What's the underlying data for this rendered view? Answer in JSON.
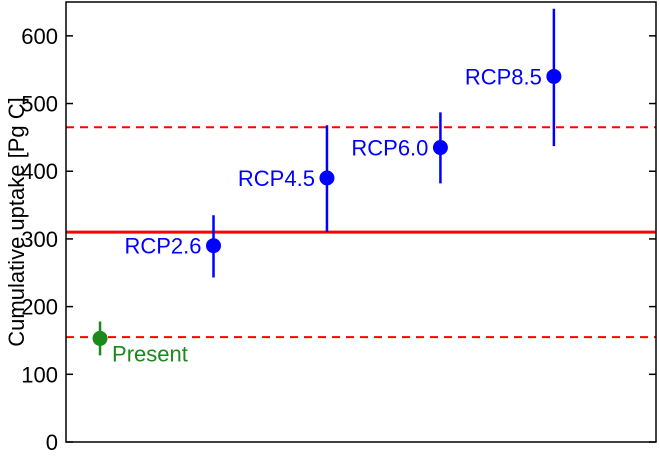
{
  "chart_data": {
    "type": "scatter",
    "title": "",
    "xlabel": "",
    "ylabel": "Cumulative uptake [Pg C]",
    "ylim": [
      0,
      650
    ],
    "xlim": [
      0,
      5.2
    ],
    "yticks": [
      0,
      100,
      200,
      300,
      400,
      500,
      600
    ],
    "grid": false,
    "legend": "none",
    "points": [
      {
        "label": "Present",
        "x": 0.3,
        "y": 153,
        "ymin": 128,
        "ymax": 178,
        "color": "#1a8a1a",
        "label_side": "right-below"
      },
      {
        "label": "RCP2.6",
        "x": 1.3,
        "y": 290,
        "ymin": 243,
        "ymax": 335,
        "color": "#0000ff",
        "label_side": "left"
      },
      {
        "label": "RCP4.5",
        "x": 2.3,
        "y": 390,
        "ymin": 310,
        "ymax": 468,
        "color": "#0000ff",
        "label_side": "left"
      },
      {
        "label": "RCP6.0",
        "x": 3.3,
        "y": 435,
        "ymin": 382,
        "ymax": 487,
        "color": "#0000ff",
        "label_side": "left"
      },
      {
        "label": "RCP8.5",
        "x": 4.3,
        "y": 540,
        "ymin": 437,
        "ymax": 640,
        "color": "#0000ff",
        "label_side": "left"
      }
    ],
    "reference_lines": [
      {
        "y": 310,
        "style": "solid",
        "color": "#ff0000"
      },
      {
        "y": 465,
        "style": "dashed",
        "color": "#ff0000"
      },
      {
        "y": 155,
        "style": "dashed",
        "color": "#ff0000"
      }
    ]
  }
}
